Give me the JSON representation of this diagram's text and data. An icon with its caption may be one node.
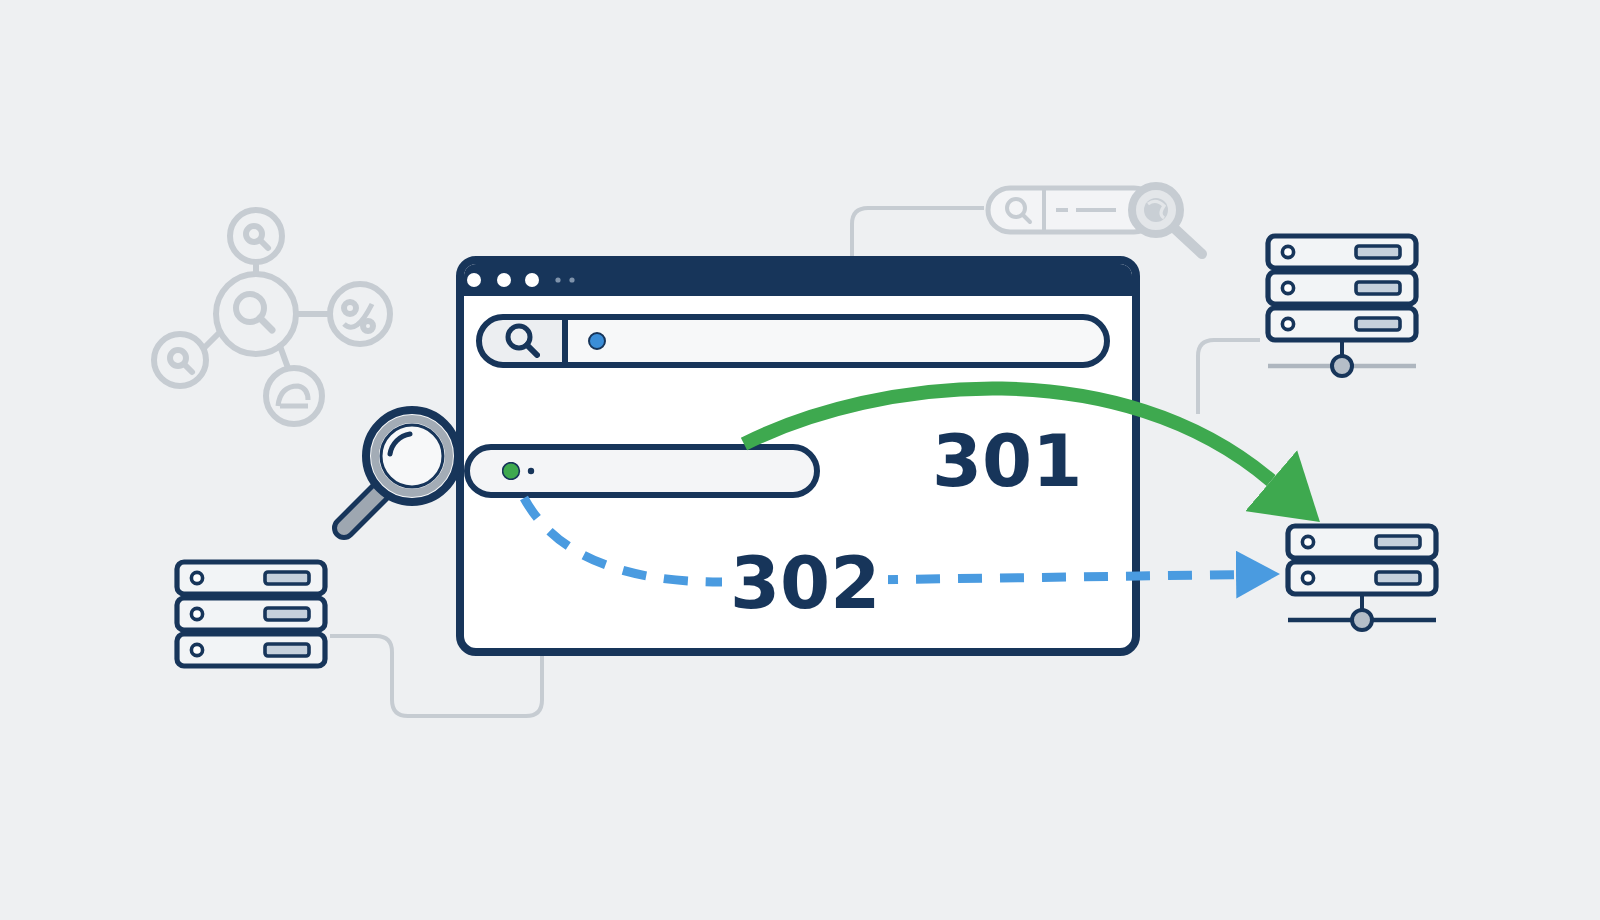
{
  "diagram": {
    "nodes": [
      {
        "text": [],
        "shape": "box"
      },
      {
        "text": [],
        "shape": "picture"
      },
      {
        "text": [],
        "shape": "picture"
      },
      {
        "text": [],
        "shape": "box",
        "in": 0
      },
      {
        "text": [],
        "shape": "picture"
      },
      {
        "text": [],
        "shape": "picture"
      }
    ],
    "edges": [
      {
        "from": 0,
        "to": 1,
        "arrow": "none"
      },
      {
        "from": null,
        "to": 2,
        "arrow": "none"
      },
      {
        "from": 3,
        "to": 4,
        "arrow": "to",
        "label": "301",
        "style": "thick",
        "color": "#3ea94f"
      },
      {
        "from": 3,
        "to": 4,
        "arrow": "to",
        "label": "302",
        "style": "dashed",
        "color": "#4a9be0"
      },
      {
        "from": 5,
        "to": 0,
        "arrow": "none"
      }
    ]
  }
}
